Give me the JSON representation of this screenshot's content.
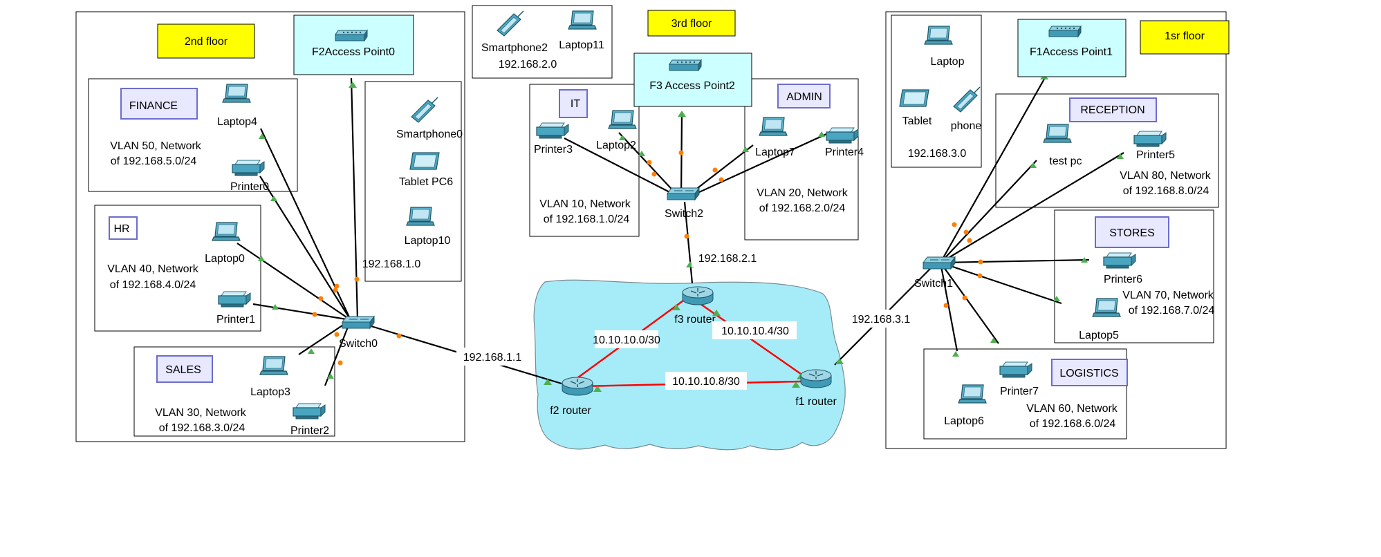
{
  "colors": {
    "cloud": "#a6ecf8",
    "cloud_stroke": "#7a8a90",
    "floor_note_bg": "#ffff00",
    "ap_box_bg": "#ccffff",
    "dept_tag_bg": "#e8e8ff",
    "dept_tag_border": "#6c6ccf",
    "wan_link": "#ff0000",
    "lan_link": "#000000",
    "link_dot": "#ff7f00",
    "link_up": "#4caf50",
    "device": "#4aa6c0",
    "device_dark": "#2c6f85"
  },
  "icons": {
    "laptop": "laptop-icon",
    "printer": "printer-icon",
    "switch": "switch-icon",
    "router": "router-icon",
    "access_point": "access-point-icon",
    "smartphone": "smartphone-icon",
    "tablet": "tablet-icon"
  },
  "floors": {
    "second": {
      "title": "2nd floor",
      "access_point": "F2Access Point0",
      "switch": "Switch0",
      "wireless_subnet": "192.168.1.0",
      "wireless_devices": [
        "Smartphone0",
        "Tablet PC6",
        "Laptop10"
      ],
      "departments": [
        {
          "name": "FINANCE",
          "note_l1": "VLAN 50, Network",
          "note_l2": "of 192.168.5.0/24",
          "devices": [
            "Laptop4",
            "Printer0"
          ]
        },
        {
          "name": "HR",
          "note_l1": "VLAN 40, Network",
          "note_l2": "of 192.168.4.0/24",
          "devices": [
            "Laptop0",
            "Printer1"
          ]
        },
        {
          "name": "SALES",
          "note_l1": "VLAN 30, Network",
          "note_l2": "of 192.168.3.0/24",
          "devices": [
            "Laptop3",
            "Printer2"
          ]
        }
      ]
    },
    "third": {
      "title": "3rd floor",
      "access_point": "F3 Access Point2",
      "switch": "Switch2",
      "wireless_subnet": "192.168.2.0",
      "wireless_devices": [
        "Smartphone2",
        "Laptop11"
      ],
      "departments": [
        {
          "name": "IT",
          "note_l1": "VLAN 10, Network",
          "note_l2": "of 192.168.1.0/24",
          "devices": [
            "Printer3",
            "Laptop2"
          ]
        },
        {
          "name": "ADMIN",
          "note_l1": "VLAN 20, Network",
          "note_l2": "of 192.168.2.0/24",
          "devices": [
            "Laptop7",
            "Printer4"
          ]
        }
      ]
    },
    "first": {
      "title": "1sr floor",
      "access_point": "F1Access Point1",
      "switch": "Switch1",
      "wireless_subnet": "192.168.3.0",
      "wireless_devices": [
        "Laptop",
        "Tablet",
        "phone"
      ],
      "departments": [
        {
          "name": "RECEPTION",
          "note_l1": "VLAN 80, Network",
          "note_l2": "of 192.168.8.0/24",
          "devices": [
            "test pc",
            "Printer5"
          ]
        },
        {
          "name": "STORES",
          "note_l1": "VLAN 70, Network",
          "note_l2": "of 192.168.7.0/24",
          "devices": [
            "Printer6",
            "Laptop5"
          ]
        },
        {
          "name": "LOGISTICS",
          "note_l1": "VLAN 60, Network",
          "note_l2": "of 192.168.6.0/24",
          "devices": [
            "Laptop6",
            "Printer7"
          ]
        }
      ]
    }
  },
  "routers": {
    "f1": "f1 router",
    "f2": "f2 router",
    "f3": "f3 router"
  },
  "links": {
    "f2_f3": "10.10.10.0/30",
    "f3_f1": "10.10.10.4/30",
    "f2_f1": "10.10.10.8/30",
    "switch0_f2": "192.168.1.1",
    "switch2_f3": "192.168.2.1",
    "switch1_f1": "192.168.3.1"
  }
}
